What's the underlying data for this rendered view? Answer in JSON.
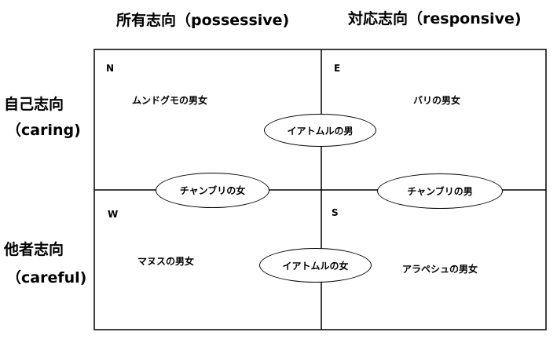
{
  "headers": {
    "top_left": "所有志向（possessive)",
    "top_right": "対応志向（responsive)",
    "row1_title": "自己志向",
    "row1_sub": "（caring)",
    "row2_title": "他者志向",
    "row2_sub": "（careful)"
  },
  "quadrants": {
    "n": "N",
    "e": "E",
    "w": "W",
    "s": "S"
  },
  "types": {
    "mundogumo": "ムンドグモの男女",
    "bari": "バリの男女",
    "manusu": "マヌスの男女",
    "arapesh": "アラペシュの男女"
  },
  "ellipses": {
    "iatmul_man": "イアトムルの男",
    "tchambuli_woman": "チャンブリの女",
    "tchambuli_man": "チャンブリの男",
    "iatmul_woman": "イアトムルの女"
  }
}
